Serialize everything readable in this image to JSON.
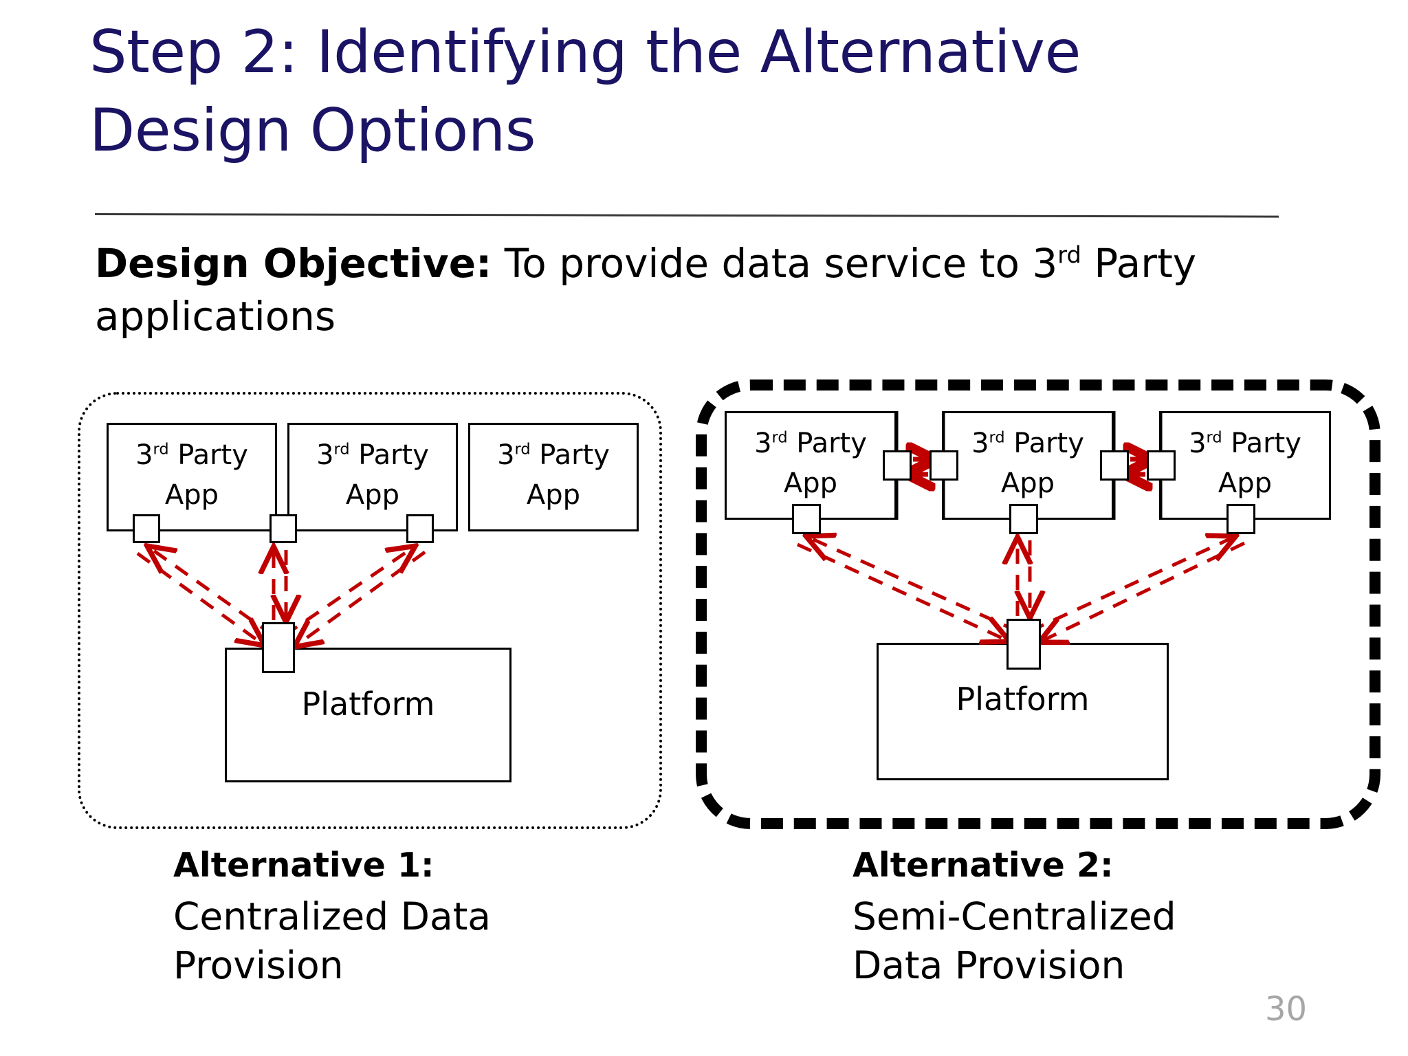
{
  "slide": {
    "title": "Step 2: Identifying the Alternative\nDesign Options",
    "title_color": "#1b1464",
    "page_number": "30"
  },
  "objective": {
    "lead_label": "Design Objective:",
    "text_before_sup": " To provide data service to 3",
    "sup": "rd",
    "text_after_sup": " Party applications"
  },
  "diagram": {
    "app_label_main": " Party",
    "app_label_digit": "3",
    "app_label_sup": "rd",
    "app_label_line2": "App",
    "platform_label": "Platform",
    "accent_color": "#c00000",
    "border_color": "#000000"
  },
  "alternative_1": {
    "heading": "Alternative 1:",
    "body": "Centralized Data\nProvision",
    "container_style": "dotted-thin"
  },
  "alternative_2": {
    "heading": "Alternative 2:",
    "body": "Semi-Centralized\nData Provision",
    "container_style": "dashed-thick"
  }
}
